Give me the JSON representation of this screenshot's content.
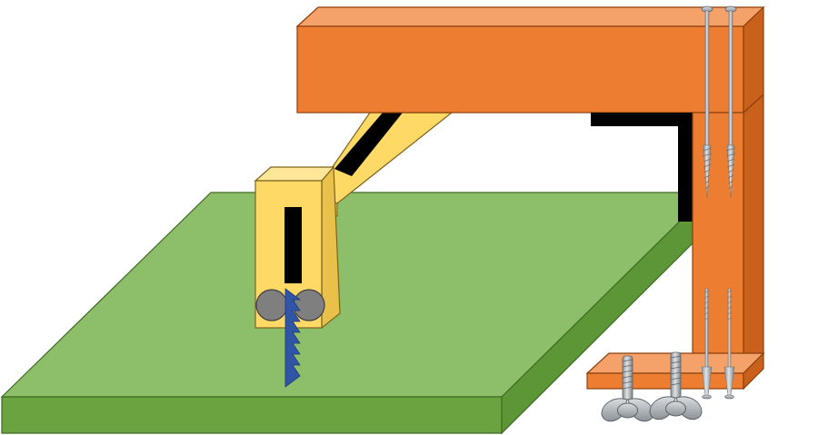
{
  "diagram": {
    "kind": "scroll saw / jigsaw holder illustration",
    "components": [
      "green-base-board",
      "orange-arm-frame",
      "yellow-slider-rail",
      "yellow-saw-carriage",
      "blue-saw-blade",
      "grey-rollers",
      "black-bracket",
      "steel-screws",
      "wing-nuts"
    ],
    "colors": {
      "board_top": "#8dbf6a",
      "board_front": "#6aa340",
      "board_side": "#4f8a2e",
      "orange_main": "#ec7d31",
      "orange_light": "#f4a16a",
      "orange_dark": "#c9611c",
      "yellow_main": "#ffd966",
      "yellow_dark": "#e8c04a",
      "black": "#000000",
      "blade_blue": "#2f55a4",
      "roller_grey": "#7f7f7f",
      "steel": "#b7bcc2"
    }
  }
}
